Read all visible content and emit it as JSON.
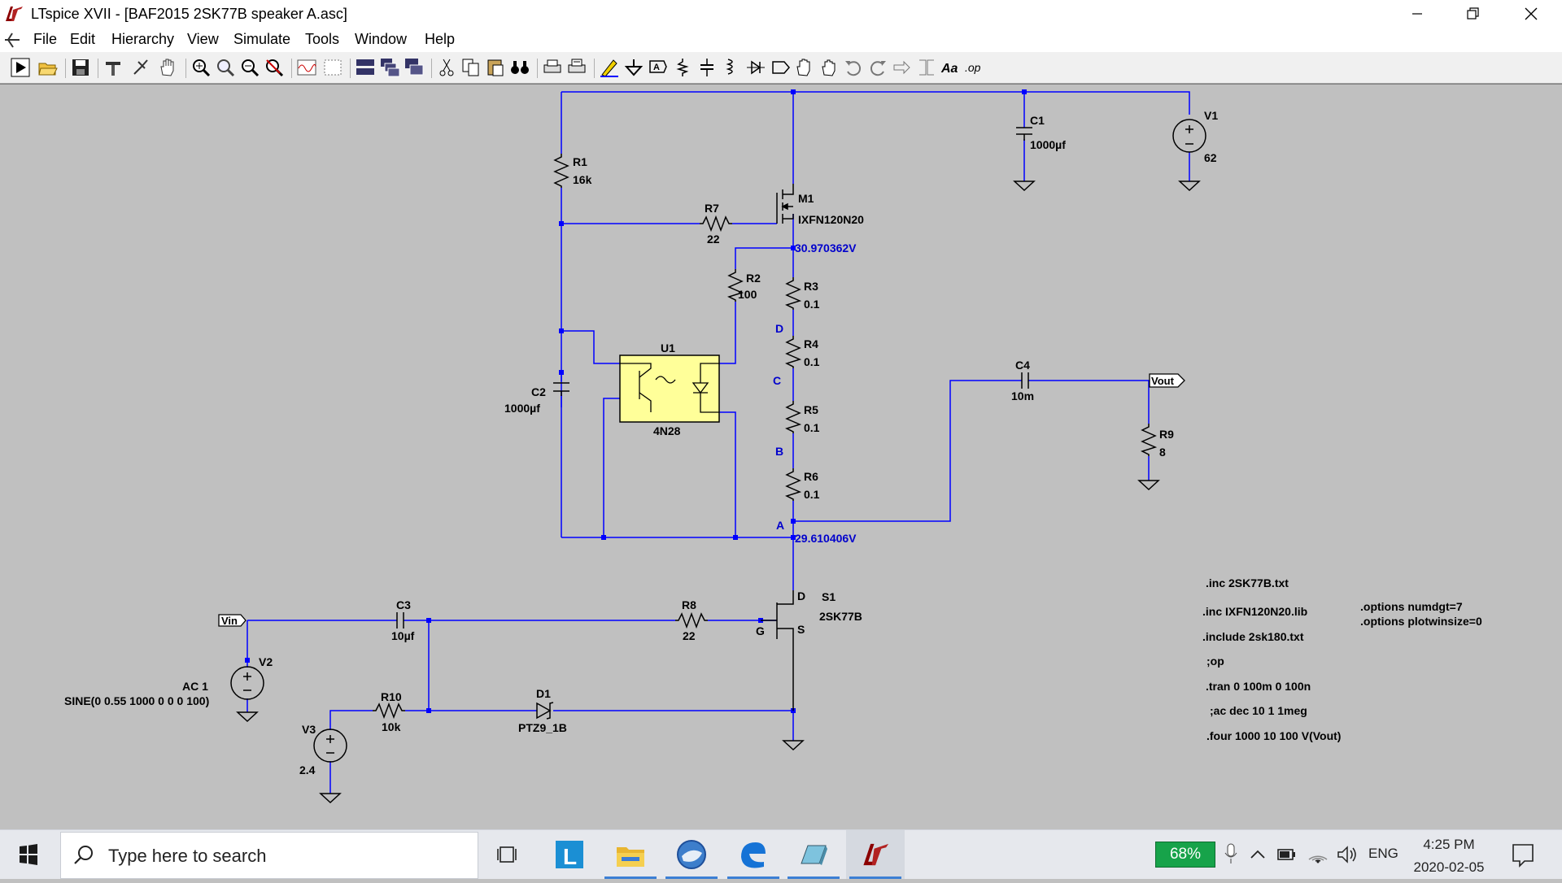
{
  "window": {
    "title": "LTspice XVII - [BAF2015 2SK77B speaker A.asc]",
    "controls": [
      "minimize",
      "restore",
      "close"
    ]
  },
  "menu": {
    "items": [
      "File",
      "Edit",
      "Hierarchy",
      "View",
      "Simulate",
      "Tools",
      "Window",
      "Help"
    ]
  },
  "toolbar": {
    "icons": [
      "run-icon",
      "open-icon",
      "save-icon",
      "control-panel-icon",
      "halt-icon",
      "pan-icon",
      "zoom-in-icon",
      "zoom-out-icon",
      "zoom-area-icon",
      "zoom-fit-icon",
      "waveform-icon",
      "autorange-icon",
      "tile-icon",
      "cascade-icon",
      "close-window-icon",
      "cut-icon",
      "copy-icon",
      "paste-icon",
      "find-icon",
      "print-icon",
      "print-setup-icon",
      "draw-wire-icon",
      "ground-icon",
      "label-net-icon",
      "resistor-icon",
      "capacitor-icon",
      "inductor-icon",
      "diode-icon",
      "component-icon",
      "move-icon",
      "drag-icon",
      "undo-icon",
      "redo-icon",
      "rotate-icon",
      "mirror-icon",
      "text-icon",
      "spice-directive-icon"
    ],
    "text_glyphs": {
      "text_tool": "Aa",
      "directive_tool": ".op"
    }
  },
  "schematic": {
    "components": {
      "R1": {
        "name": "R1",
        "value": "16k"
      },
      "R2": {
        "name": "R2",
        "value": "100"
      },
      "R3": {
        "name": "R3",
        "value": "0.1"
      },
      "R4": {
        "name": "R4",
        "value": "0.1"
      },
      "R5": {
        "name": "R5",
        "value": "0.1"
      },
      "R6": {
        "name": "R6",
        "value": "0.1"
      },
      "R7": {
        "name": "R7",
        "value": "22"
      },
      "R8": {
        "name": "R8",
        "value": "22"
      },
      "R9": {
        "name": "R9",
        "value": "8"
      },
      "R10": {
        "name": "R10",
        "value": "10k"
      },
      "C1": {
        "name": "C1",
        "value": "1000µf"
      },
      "C2": {
        "name": "C2",
        "value": "1000µf"
      },
      "C3": {
        "name": "C3",
        "value": "10µf"
      },
      "C4": {
        "name": "C4",
        "value": "10m"
      },
      "M1": {
        "name": "M1",
        "value": "IXFN120N20"
      },
      "S1": {
        "name": "S1",
        "value": "2SK77B"
      },
      "U1": {
        "name": "U1",
        "value": "4N28"
      },
      "D1": {
        "name": "D1",
        "value": "PTZ9_1B"
      },
      "V1": {
        "name": "V1",
        "value": "62"
      },
      "V2": {
        "name": "V2",
        "value": "AC 1",
        "value2": "SINE(0 0.55 1000 0 0 0 100)"
      },
      "V3": {
        "name": "V3",
        "value": "2.4"
      }
    },
    "net_labels": {
      "vin": "Vin",
      "vout": "Vout"
    },
    "node_labels": {
      "A": "A",
      "B": "B",
      "C": "C",
      "D": "D",
      "D_pin": "D",
      "G_pin": "G",
      "S_pin": "S"
    },
    "voltages": {
      "top": "30.970362V",
      "bottom": "29.610406V"
    },
    "directives": {
      "inc1": ".inc 2SK77B.txt",
      "inc2": ".inc IXFN120N20.lib",
      "include": ".include 2sk180.txt",
      "op": ";op",
      "tran": ".tran 0 100m 0 100n",
      "ac": ";ac dec 10 1 1meg",
      "four": ".four 1000 10 100 V(Vout)",
      "options1": ".options numdgt=7",
      "options2": ".options plotwinsize=0"
    },
    "colors": {
      "wire": "#0000ff",
      "component": "#000000",
      "node": "#0000ff",
      "opto_fill": "#ffff99",
      "background": "#c0c0c0"
    }
  },
  "taskbar": {
    "search_placeholder": "Type here to search",
    "apps": [
      "task-view-icon",
      "lyx-icon",
      "file-explorer-icon",
      "thunderbird-icon",
      "edge-icon",
      "app-icon",
      "ltspice-icon"
    ],
    "lyx_glyph": "L",
    "battery": "68%",
    "language": "ENG",
    "time": "4:25 PM",
    "date": "2020-02-05",
    "accent": "#3c7fd4"
  }
}
